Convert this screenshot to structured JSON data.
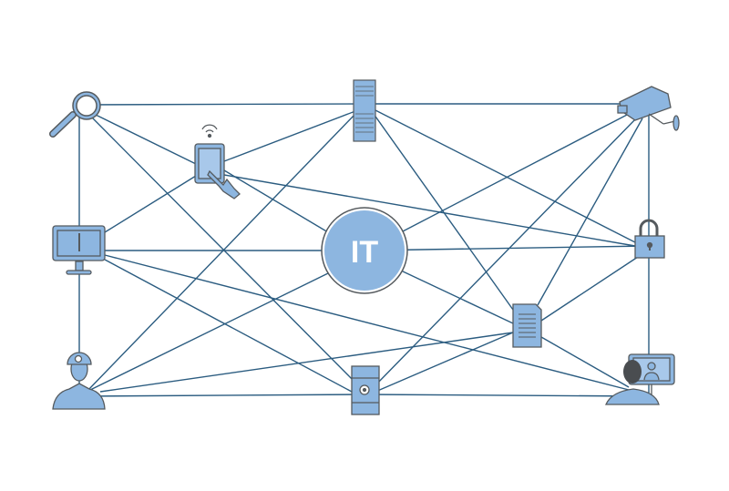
{
  "center": {
    "label": "IT"
  },
  "colors": {
    "line": "#2b5c80",
    "fill": "#8db6e0",
    "outline": "#555a5e",
    "dark": "#4a4d50"
  },
  "nodes": [
    {
      "id": "magnifier",
      "icon": "magnifier-icon"
    },
    {
      "id": "server",
      "icon": "server-icon"
    },
    {
      "id": "camera",
      "icon": "security-camera-icon"
    },
    {
      "id": "tablet",
      "icon": "tablet-touch-icon"
    },
    {
      "id": "monitor",
      "icon": "monitor-thermometer-icon"
    },
    {
      "id": "it",
      "icon": "it-circle"
    },
    {
      "id": "lock",
      "icon": "padlock-icon"
    },
    {
      "id": "document",
      "icon": "document-icon"
    },
    {
      "id": "worker",
      "icon": "worker-icon"
    },
    {
      "id": "barrel",
      "icon": "radioactive-barrel-icon"
    },
    {
      "id": "operator",
      "icon": "person-at-screen-icon"
    }
  ],
  "edges": [
    [
      "magnifier",
      "server"
    ],
    [
      "server",
      "camera"
    ],
    [
      "magnifier",
      "monitor"
    ],
    [
      "monitor",
      "worker"
    ],
    [
      "camera",
      "lock"
    ],
    [
      "lock",
      "operator"
    ],
    [
      "worker",
      "barrel"
    ],
    [
      "barrel",
      "operator"
    ],
    [
      "magnifier",
      "tablet"
    ],
    [
      "magnifier",
      "barrel"
    ],
    [
      "tablet",
      "server"
    ],
    [
      "tablet",
      "monitor"
    ],
    [
      "tablet",
      "it"
    ],
    [
      "tablet",
      "lock"
    ],
    [
      "server",
      "worker"
    ],
    [
      "server",
      "lock"
    ],
    [
      "server",
      "document"
    ],
    [
      "monitor",
      "it"
    ],
    [
      "it",
      "lock"
    ],
    [
      "monitor",
      "operator"
    ],
    [
      "monitor",
      "barrel"
    ],
    [
      "worker",
      "it"
    ],
    [
      "worker",
      "document"
    ],
    [
      "camera",
      "it"
    ],
    [
      "camera",
      "barrel"
    ],
    [
      "camera",
      "document"
    ],
    [
      "it",
      "document"
    ],
    [
      "document",
      "lock"
    ],
    [
      "document",
      "operator"
    ],
    [
      "document",
      "barrel"
    ]
  ]
}
